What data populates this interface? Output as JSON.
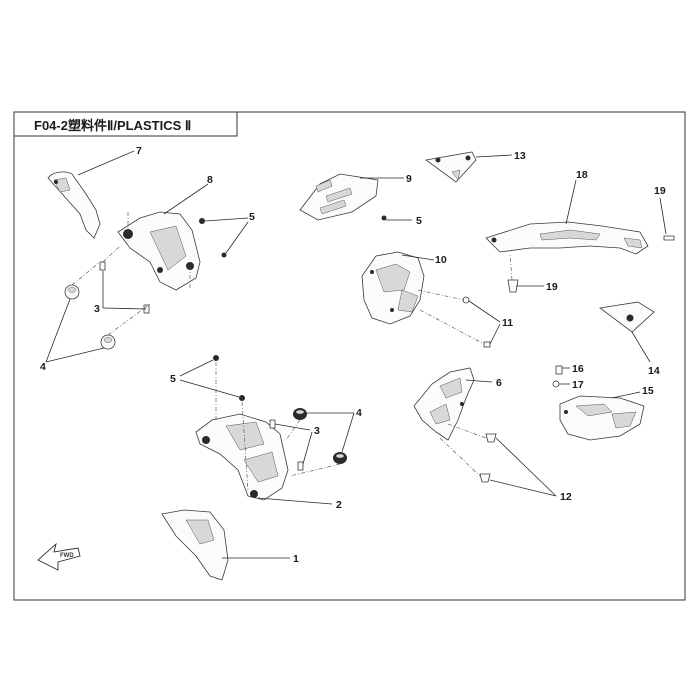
{
  "title": "F04-2塑料件Ⅱ/PLASTICS Ⅱ",
  "fwd_label": "FWD",
  "callouts": [
    "7",
    "8",
    "5",
    "3",
    "4",
    "9",
    "5",
    "13",
    "18",
    "19",
    "10",
    "19",
    "11",
    "14",
    "16",
    "17",
    "15",
    "6",
    "5",
    "3",
    "4",
    "2",
    "1",
    "12"
  ]
}
